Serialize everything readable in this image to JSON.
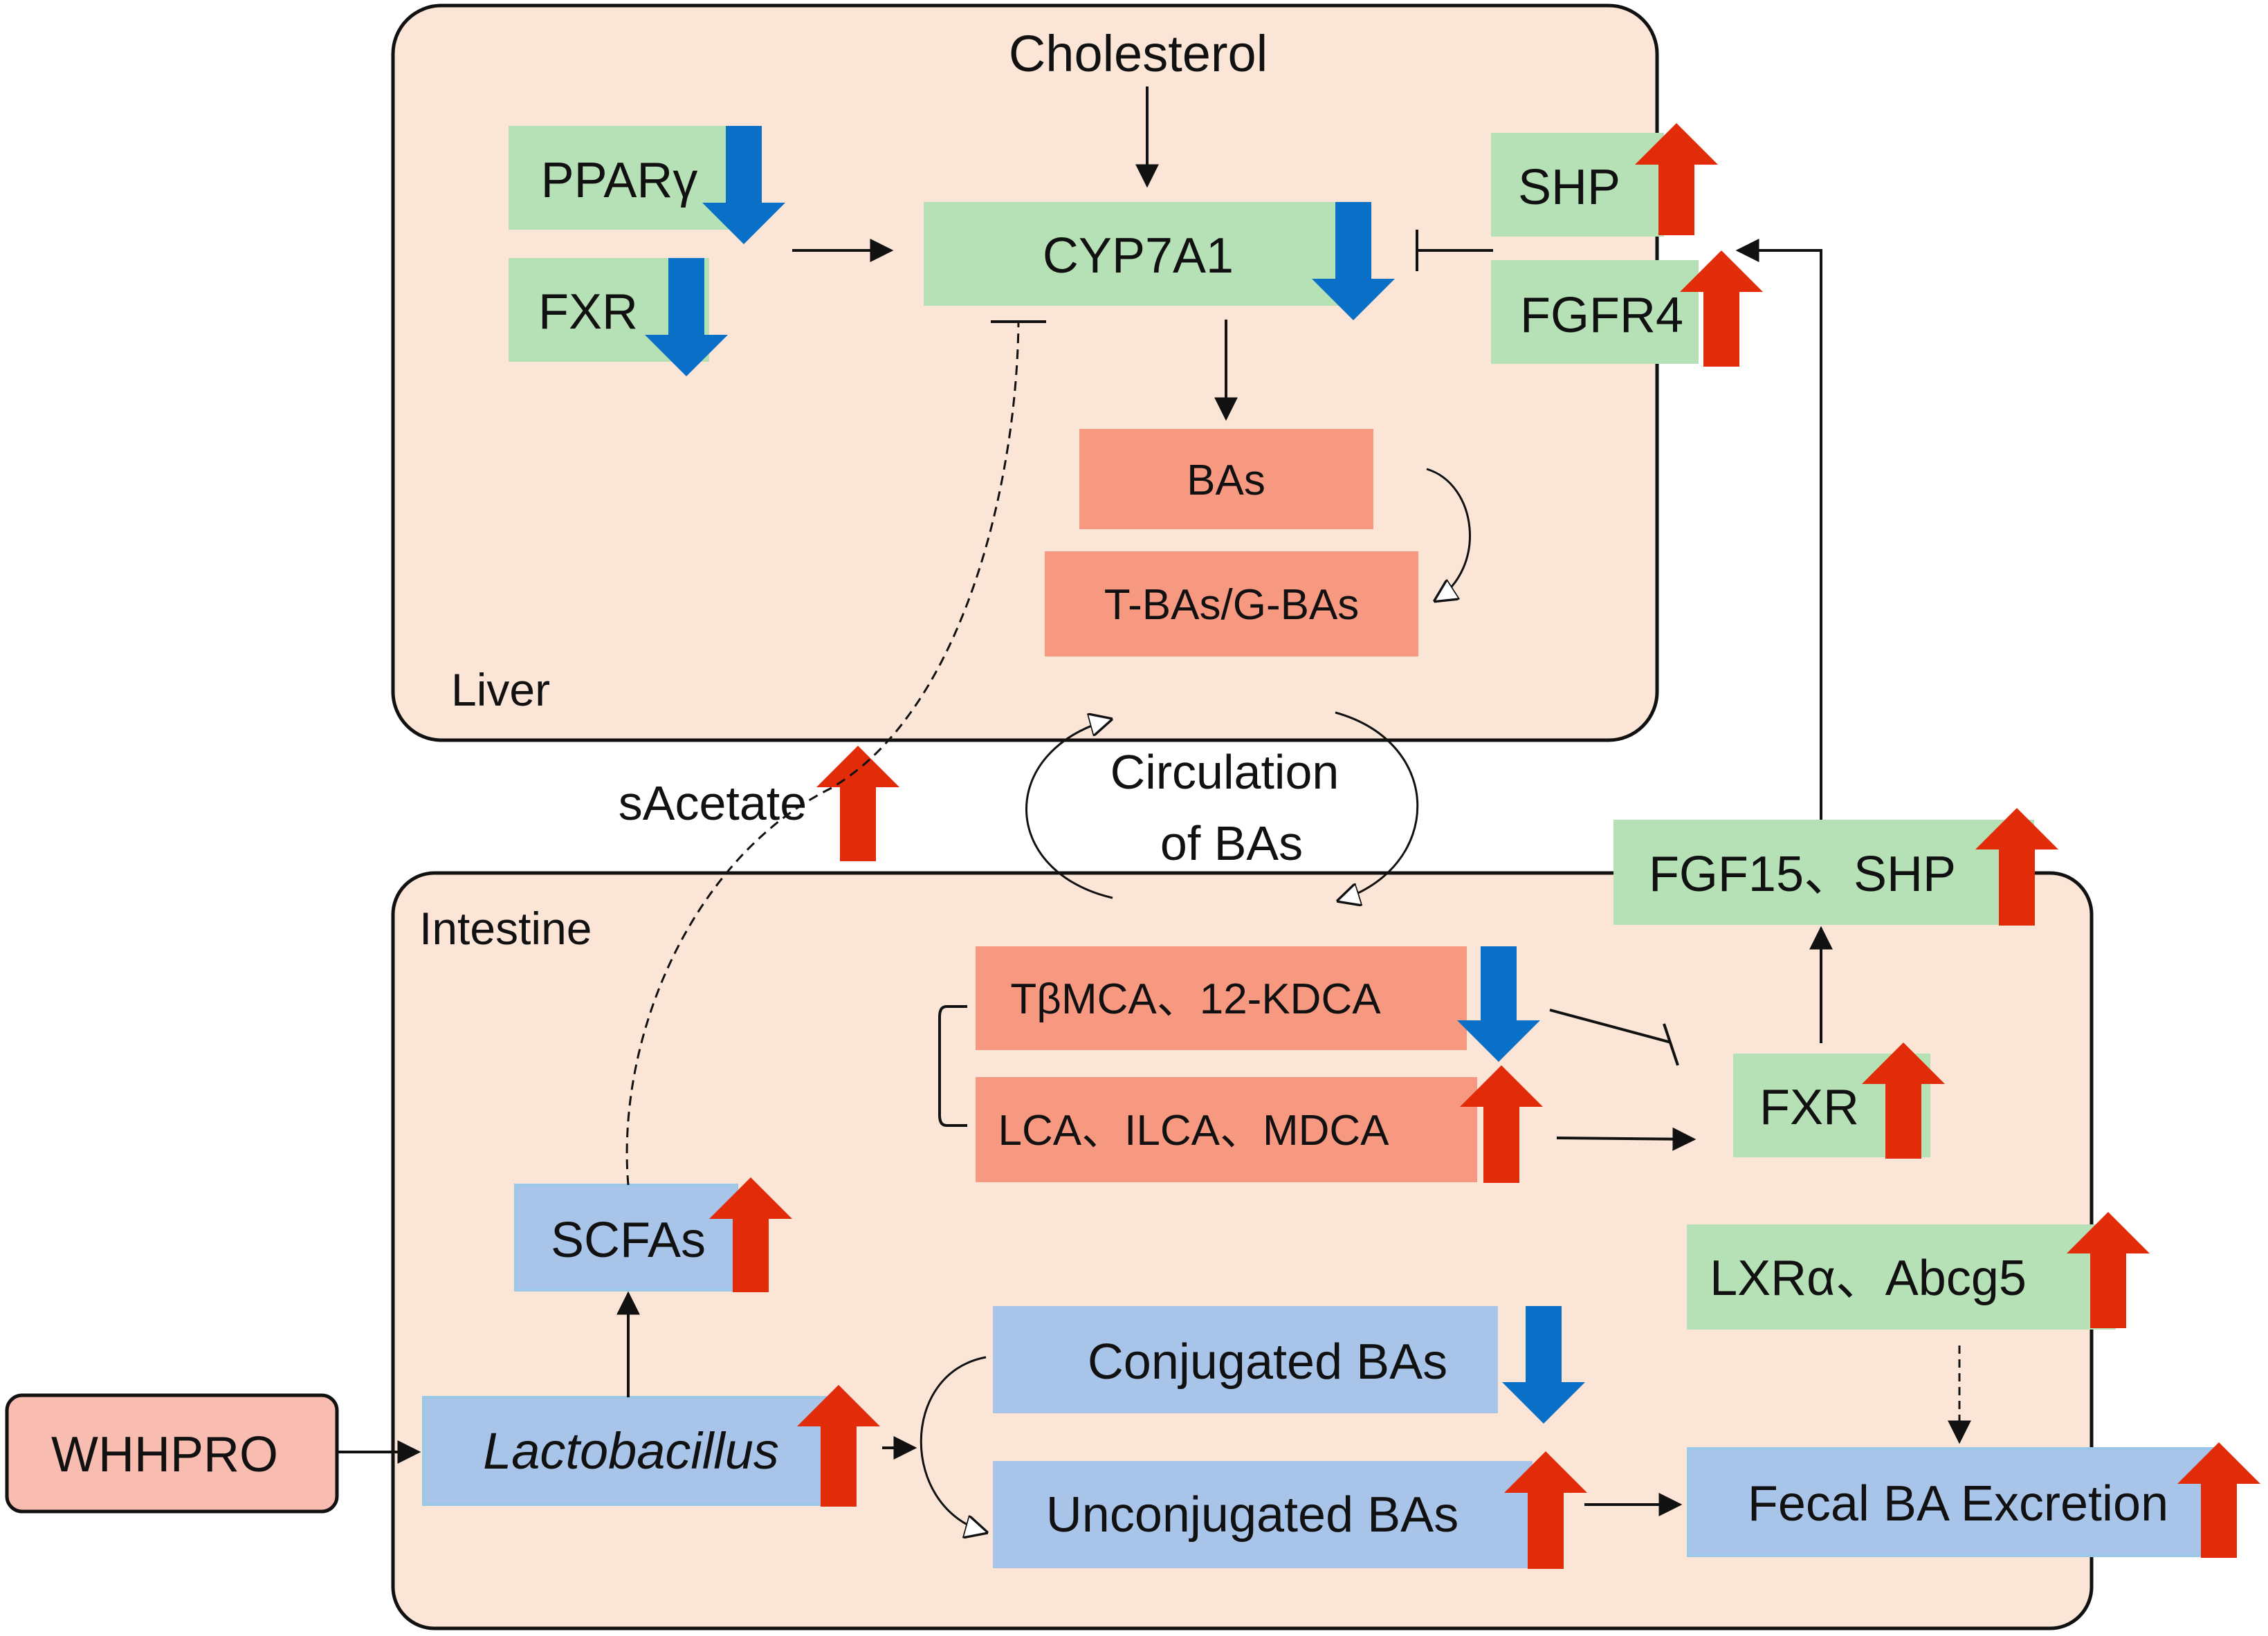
{
  "colors": {
    "compartment_fill": "#fbe5d6",
    "green_box": "#b6e1b6",
    "salmon_box": "#f79880",
    "blue_box": "#a9c4e9",
    "pink_box": "#f8bcb0",
    "up_arrow": "#e22c09",
    "down_arrow": "#0a6fc7"
  },
  "compartments": {
    "liver_label": "Liver",
    "intestine_label": "Intestine"
  },
  "liver": {
    "cholesterol": "Cholesterol",
    "ppar": "PPARγ",
    "fxr": "FXR",
    "cyp7a1": "CYP7A1",
    "shp": "SHP",
    "fgfr4": "FGFR4",
    "bas": "BAs",
    "tbas_gbas": "T-BAs/G-BAs"
  },
  "circulation": {
    "line1": "Circulation",
    "line2": "of BAs"
  },
  "sacetate": "sAcetate",
  "intestine": {
    "fgf15_shp": "FGF15、SHP",
    "tbmca": "TβMCA、12-KDCA",
    "lca": "LCA、ILCA、MDCA",
    "fxr": "FXR",
    "scfas": "SCFAs",
    "lxr": "LXRα、Abcg5",
    "conjugated": "Conjugated BAs",
    "unconjugated": "Unconjugated BAs",
    "lactobacillus": "Lactobacillus",
    "fecal": "Fecal BA Excretion"
  },
  "whhpro": "WHHPRO",
  "regulation": {
    "ppar": "down",
    "fxr_liver": "down",
    "cyp7a1": "down",
    "shp": "up",
    "fgfr4": "up",
    "sacetate": "up",
    "fgf15_shp": "up",
    "tbmca": "down",
    "lca": "up",
    "fxr_intestine": "up",
    "scfas": "up",
    "lxr": "up",
    "conjugated": "down",
    "unconjugated": "up",
    "lactobacillus": "up",
    "fecal": "up"
  }
}
